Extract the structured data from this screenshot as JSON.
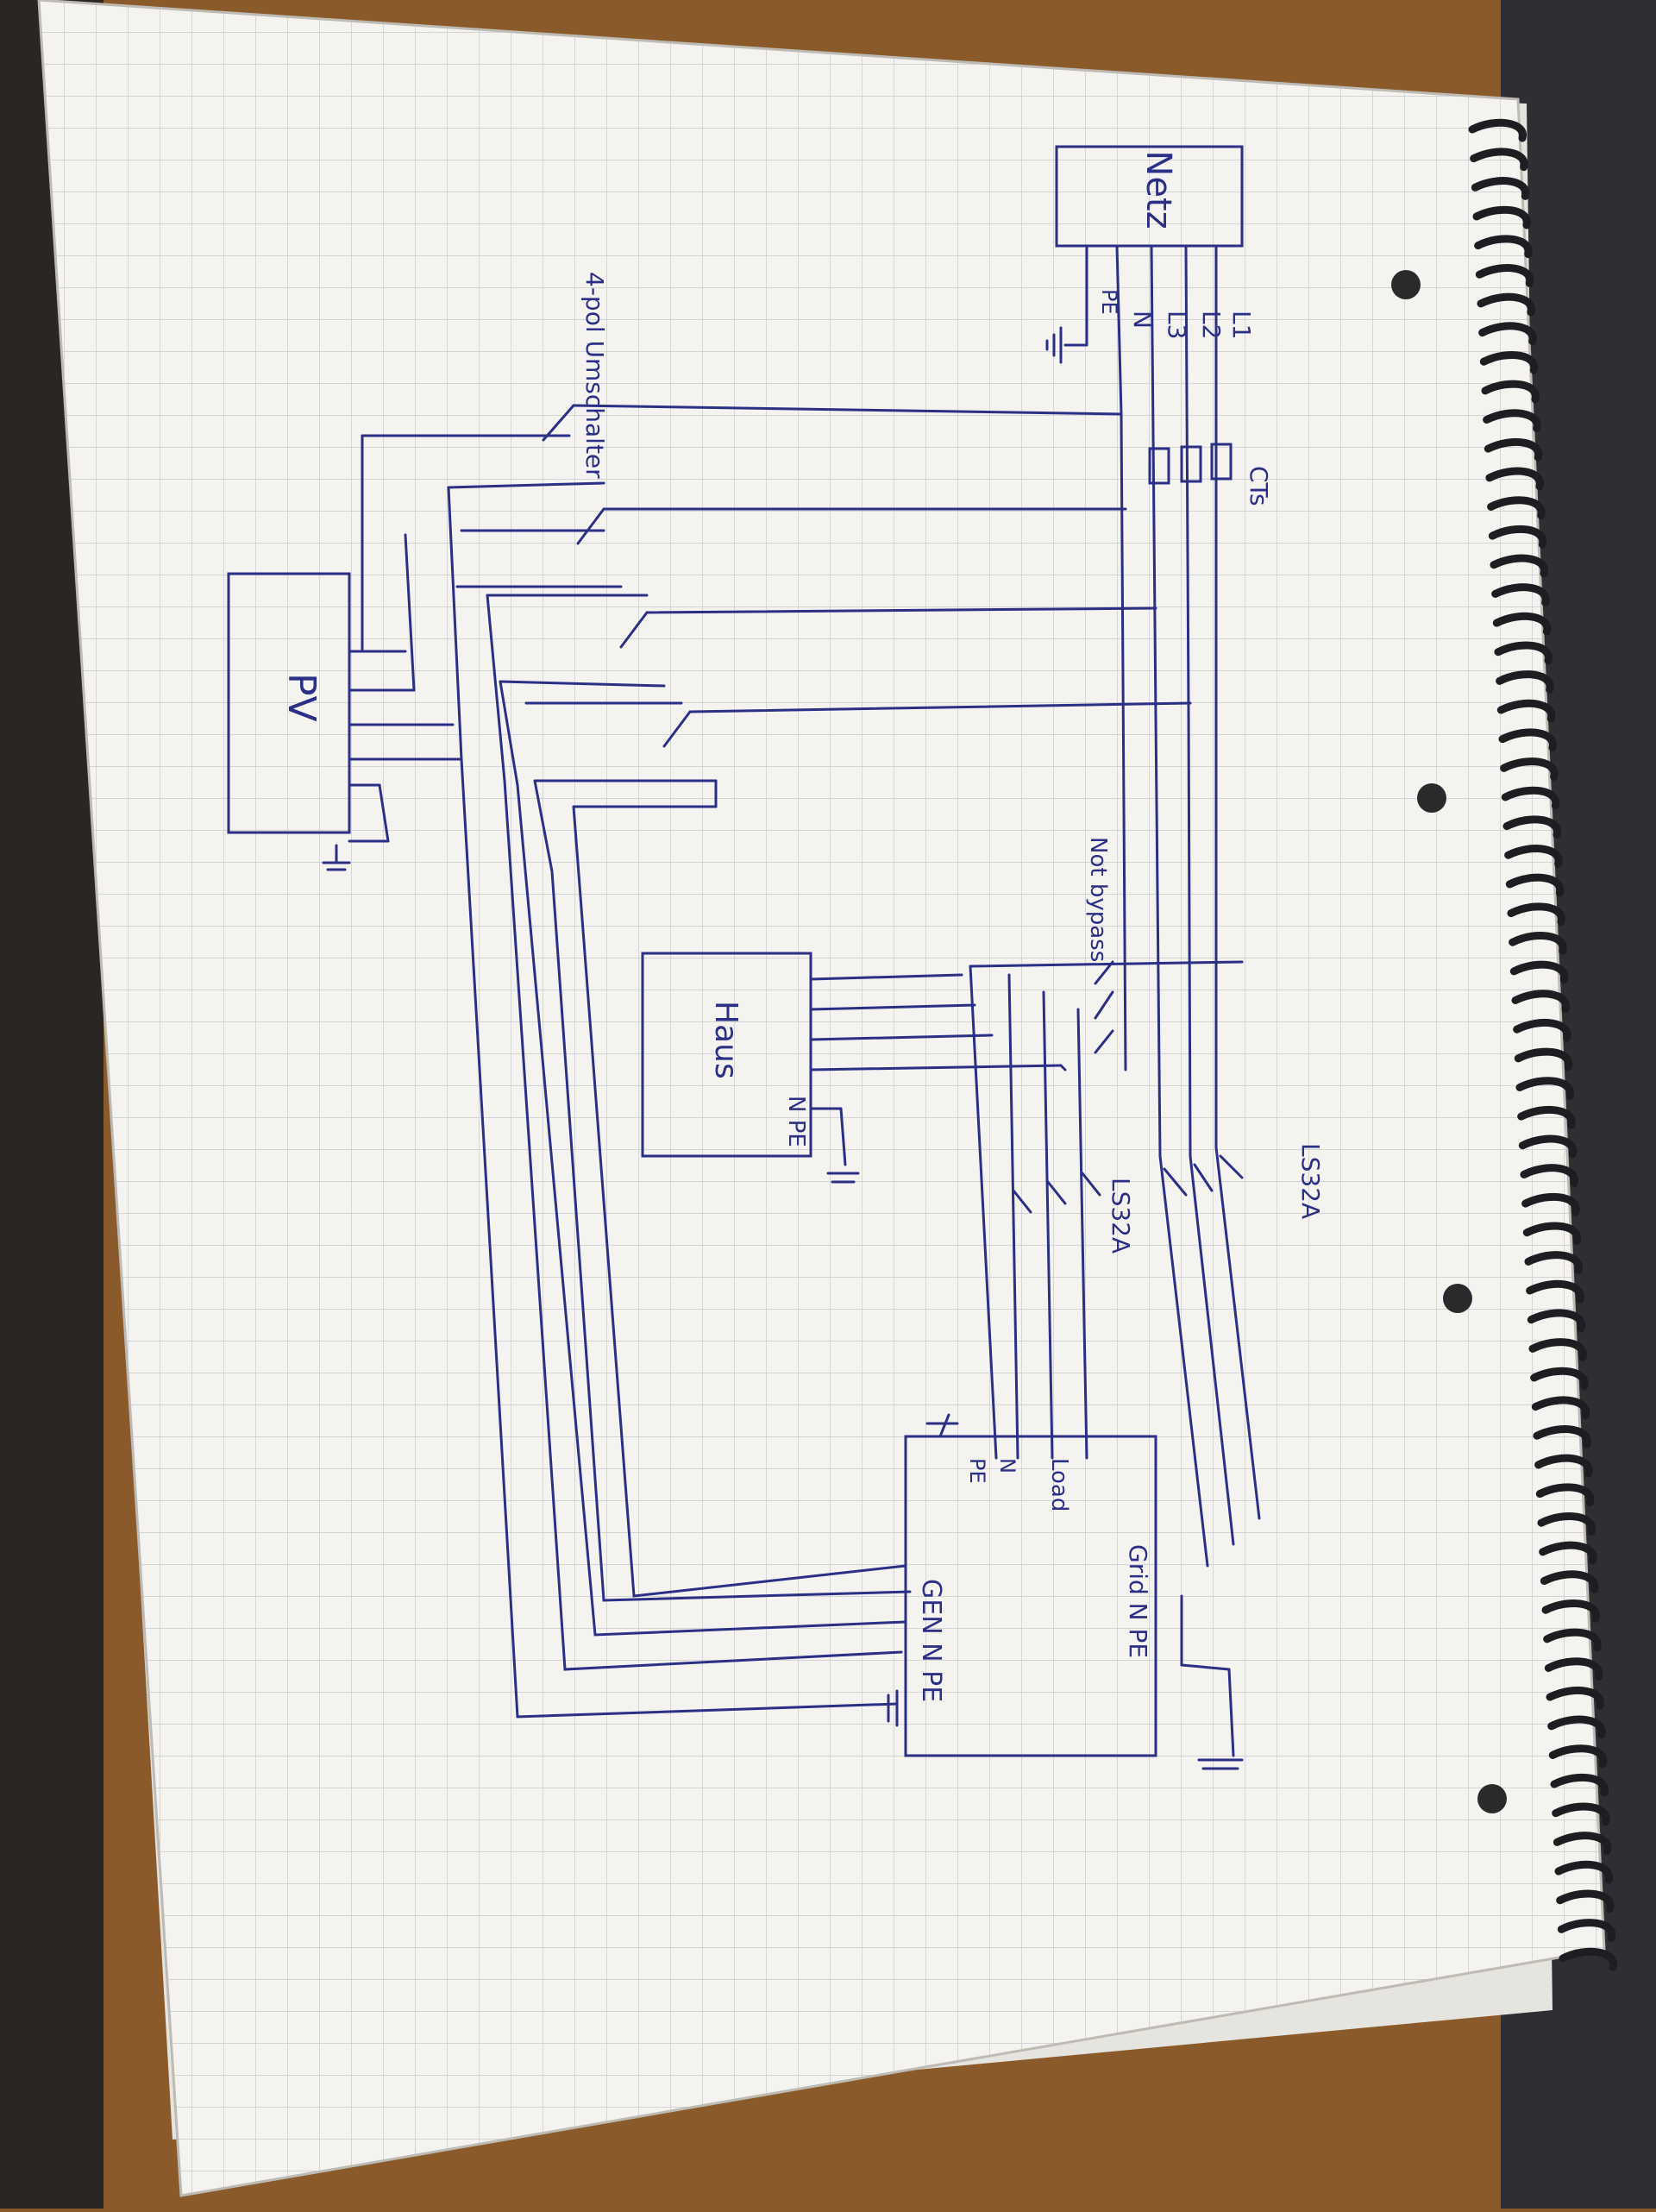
{
  "colors": {
    "desk": "#8a5a2b",
    "paper": "#f4f3ef",
    "grid": "#c9c9cf",
    "ink": "#2b2f86",
    "binding": "#1e1e22"
  },
  "labels": {
    "netz": "Netz",
    "l1": "L1",
    "l2": "L2",
    "l3": "L3",
    "n": "N",
    "pe": "PE",
    "cts": "CTs",
    "switch4": "4-pol Umschalter",
    "pv": "PV",
    "notbypass": "Not bypass",
    "haus": "Haus",
    "haus_npe": "N PE",
    "ls_top": "LS32A",
    "ls_mid": "LS32A",
    "load": "Load",
    "load_n": "N",
    "load_pe": "PE",
    "grid_npe": "Grid N PE",
    "gen_npe": "GEN N PE"
  }
}
